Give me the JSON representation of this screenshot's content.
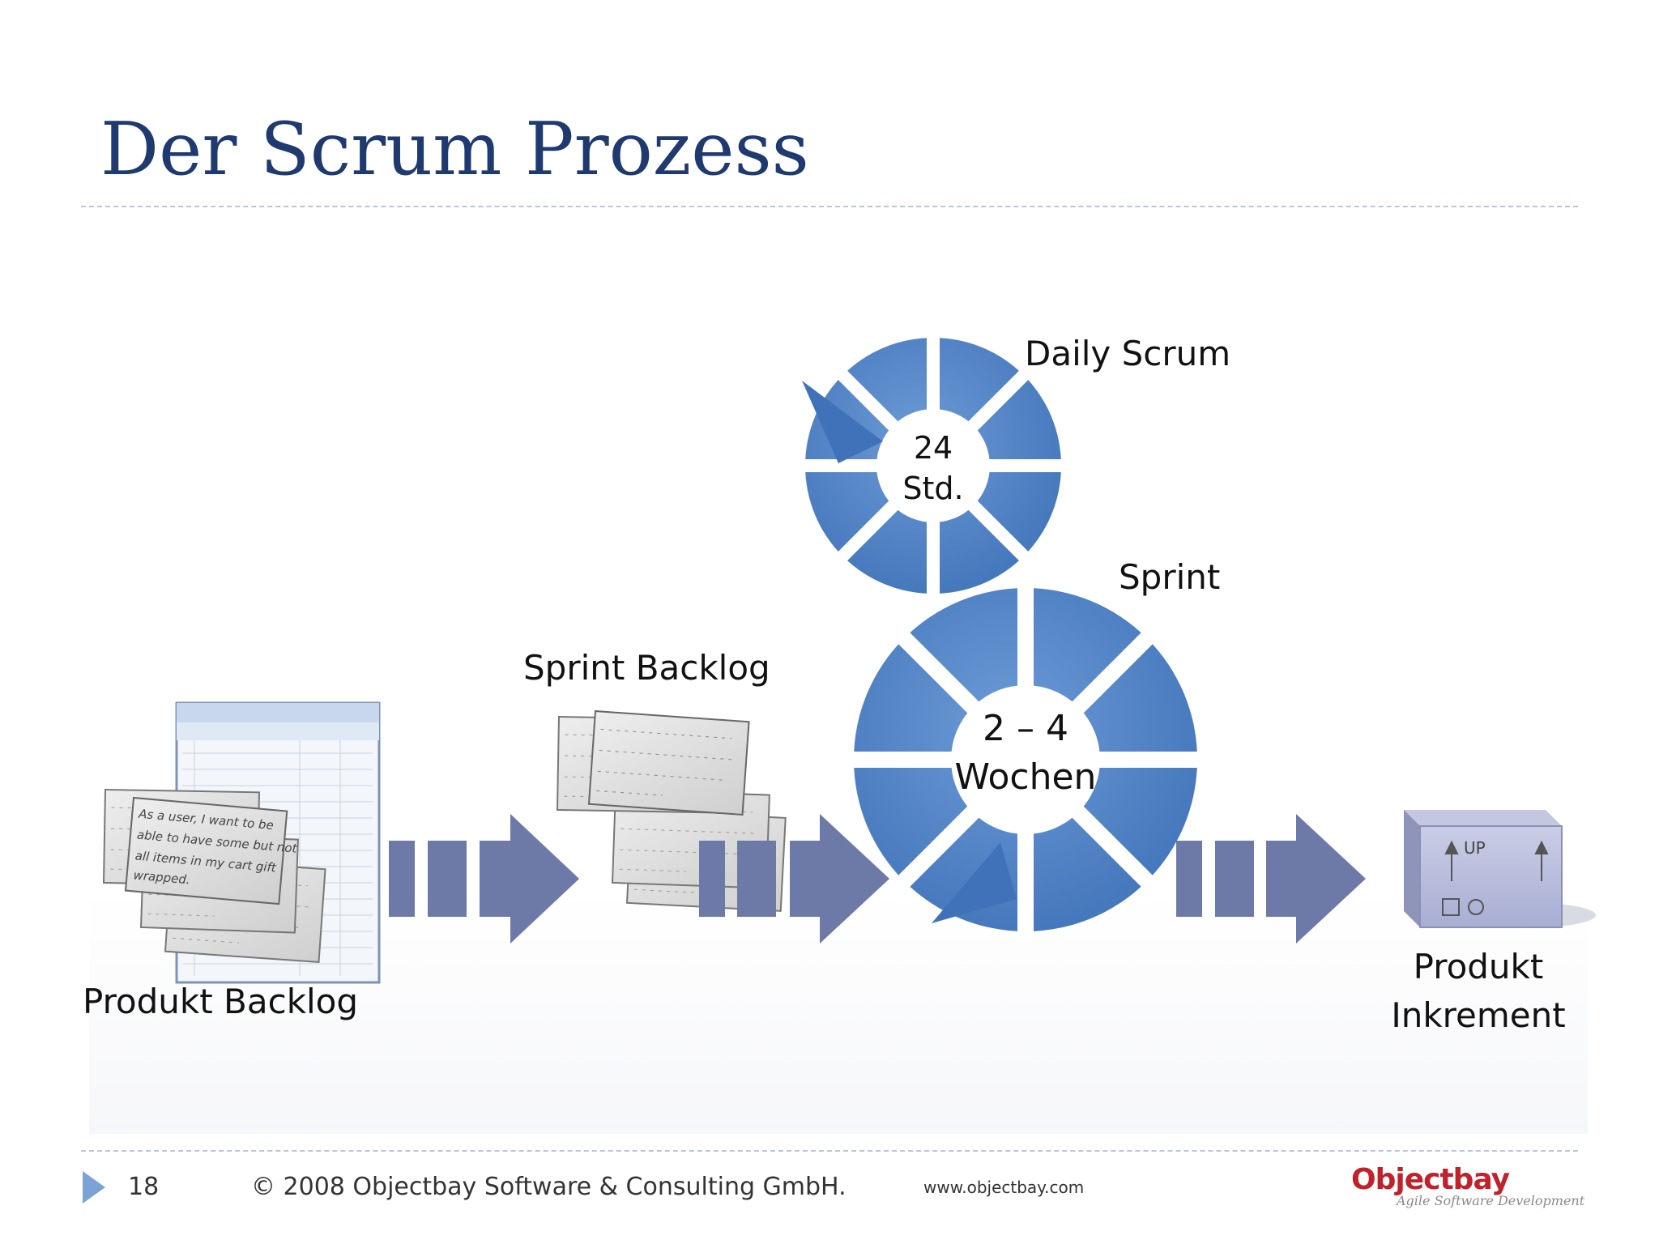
{
  "slide": {
    "title": "Der Scrum Prozess"
  },
  "diagram": {
    "daily_scrum": {
      "label": "Daily Scrum",
      "center_line1": "24",
      "center_line2": "Std."
    },
    "sprint": {
      "label": "Sprint",
      "center_line1": "2 – 4",
      "center_line2": "Wochen"
    },
    "sprint_backlog": {
      "label": "Sprint Backlog"
    },
    "produkt_backlog": {
      "label": "Produkt Backlog"
    },
    "produkt_inkrement": {
      "line1": "Produkt",
      "line2": "Inkrement"
    },
    "story_card": {
      "line1": "As a user, I want to be",
      "line2": "able to have some but not",
      "line3": "all items in my cart gift",
      "line4": "wrapped."
    },
    "box_label": "UP"
  },
  "footer": {
    "page_number": "18",
    "copyright": "© 2008  Objectbay Software & Consulting GmbH.",
    "url": "www.objectbay.com",
    "logo_text": "Objectbay",
    "logo_tagline": "Agile Software Development"
  },
  "colors": {
    "title": "#1f3a6e",
    "arrow": "#6d7aa7",
    "cycle": "#4a7fc3",
    "rule": "#b9c7d8"
  }
}
